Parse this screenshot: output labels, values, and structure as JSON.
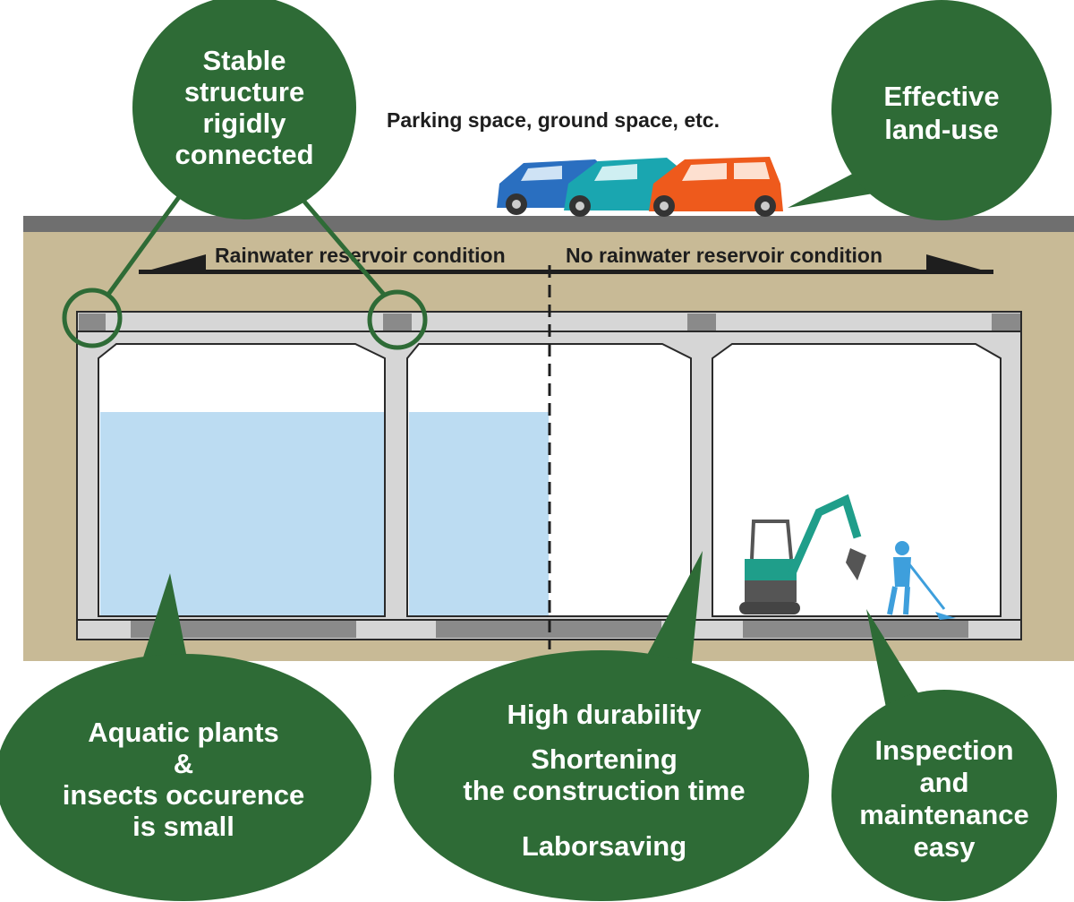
{
  "top_caption": "Parking space, ground space, etc.",
  "conditions": {
    "left": "Rainwater reservoir condition",
    "right": "No rainwater reservoir condition"
  },
  "bubbles": {
    "stable": [
      "Stable",
      "structure",
      "rigidly",
      "connected"
    ],
    "land_use": [
      "Effective",
      "land-use"
    ],
    "aquatic": [
      "Aquatic plants",
      "&",
      "insects occurence",
      "is small"
    ],
    "durability": [
      "High durability",
      "Shortening",
      "the construction time",
      "Laborsaving"
    ],
    "inspection": [
      "Inspection",
      "and",
      "maintenance",
      "easy"
    ]
  },
  "colors": {
    "bubble_green": "#2e6b36",
    "soil": "#c8ba96",
    "road": "#6f6f6f",
    "concrete": "#d6d6d6",
    "joint": "#8a8a8a",
    "water": "#bcdcf2",
    "car_blue": "#2a6fc0",
    "car_teal": "#1aa6b0",
    "car_orange": "#ee5a1c",
    "machine_green": "#1f9e8a",
    "worker_blue": "#3e9fdc"
  }
}
